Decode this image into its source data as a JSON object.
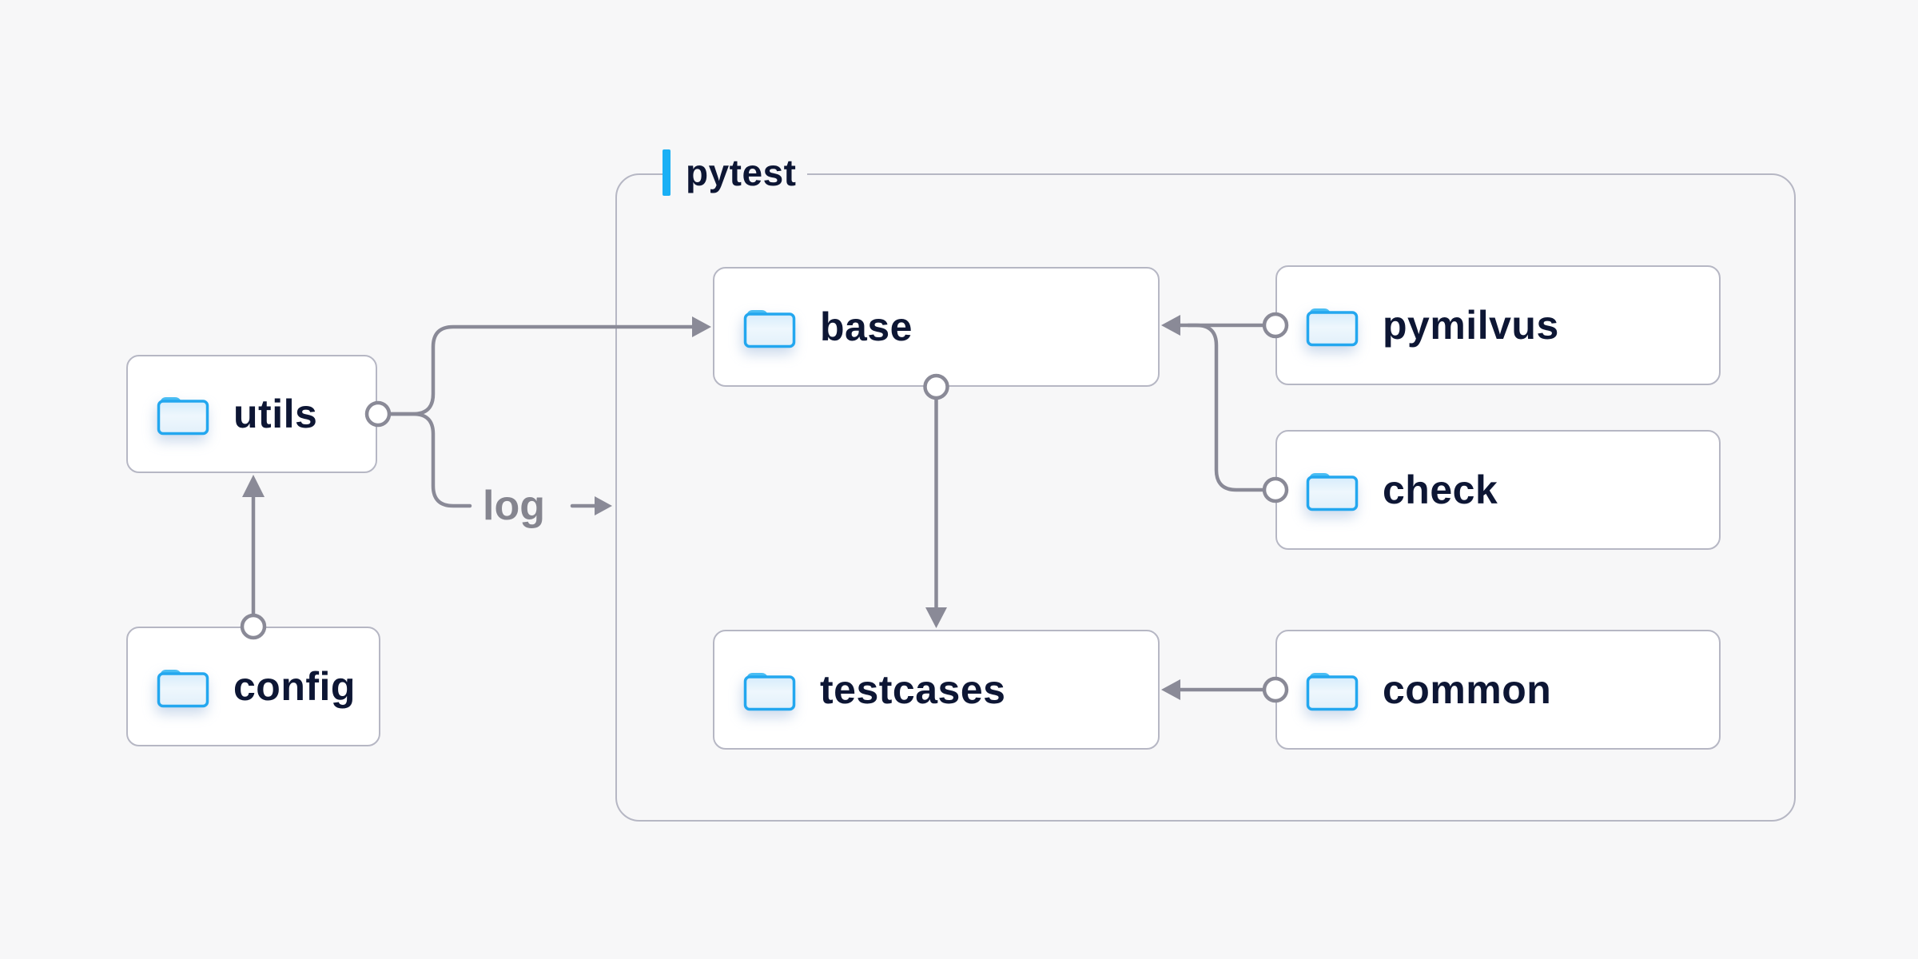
{
  "diagram": {
    "group": {
      "label": "pytest"
    },
    "nodes": [
      {
        "id": "utils",
        "label": "utils"
      },
      {
        "id": "config",
        "label": "config"
      },
      {
        "id": "base",
        "label": "base"
      },
      {
        "id": "pymilvus",
        "label": "pymilvus"
      },
      {
        "id": "check",
        "label": "check"
      },
      {
        "id": "testcases",
        "label": "testcases"
      },
      {
        "id": "common",
        "label": "common"
      }
    ],
    "edge_label": {
      "log": "log"
    },
    "edges": [
      {
        "from": "config",
        "to": "utils"
      },
      {
        "from": "utils",
        "to": "base"
      },
      {
        "from": "utils",
        "to": "log"
      },
      {
        "from": "pymilvus",
        "to": "base"
      },
      {
        "from": "check",
        "to": "base"
      },
      {
        "from": "base",
        "to": "testcases"
      },
      {
        "from": "common",
        "to": "testcases"
      }
    ],
    "colors": {
      "background": "#f7f7f8",
      "node_background": "#ffffff",
      "border_gray": "#b6b7c4",
      "connector_gray": "#8a8a97",
      "text_navy": "#0d1634",
      "muted_gray": "#85858f",
      "accent_blue": "#1ab0f5",
      "folder_blue": "#23a7ef"
    }
  }
}
